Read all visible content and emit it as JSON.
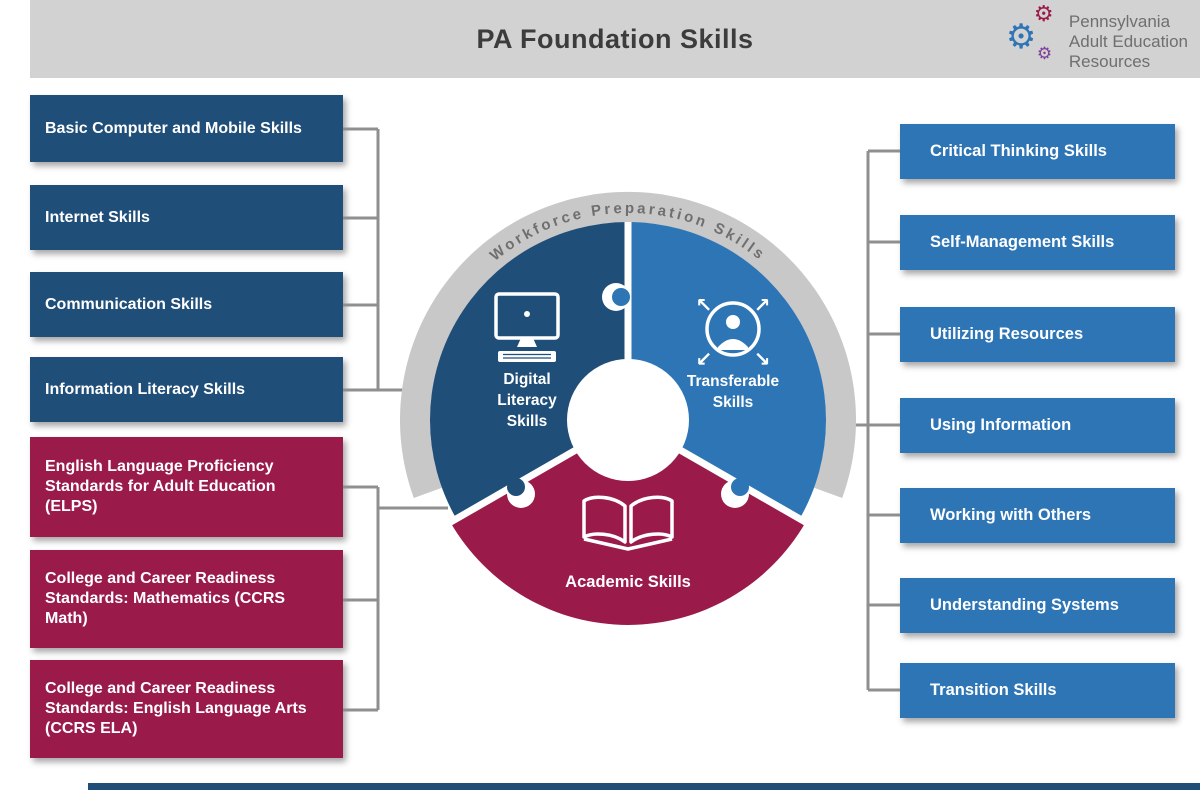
{
  "header": {
    "title": "PA Foundation Skills",
    "logo_lines": [
      "Pennsylvania",
      "Adult Education",
      "Resources"
    ]
  },
  "left_column": {
    "digital_group": [
      "Basic Computer and Mobile Skills",
      "Internet Skills",
      "Communication Skills",
      "Information Literacy Skills"
    ],
    "academic_group": [
      "English Language Proficiency Standards for Adult Education (ELPS)",
      "College and Career Readiness Standards: Mathematics (CCRS Math)",
      "College and Career Readiness Standards: English Language Arts (CCRS ELA)"
    ]
  },
  "right_column": [
    "Critical Thinking Skills",
    "Self-Management Skills",
    "Utilizing Resources",
    "Using Information",
    "Working with Others",
    "Understanding Systems",
    "Transition Skills"
  ],
  "diagram": {
    "arc_label": "Workforce Preparation Skills",
    "digital": {
      "lines": [
        "Digital",
        "Literacy",
        "Skills"
      ],
      "color": "#1f4e79"
    },
    "transferable": {
      "lines": [
        "Transferable",
        "Skills"
      ],
      "color": "#2e75b6"
    },
    "academic": {
      "label": "Academic Skills",
      "color": "#9a1b4a"
    }
  },
  "icons": {
    "gear": "⚙",
    "arrow_up_right": "↗",
    "arrow_up_left": "↖",
    "arrow_down_right": "↘",
    "arrow_down_left": "↙"
  },
  "colors": {
    "navy": "#1f4e79",
    "blue": "#2e75b6",
    "maroon": "#9a1b4a",
    "ring_gray": "#c8c8c8",
    "header_gray": "#d2d2d2",
    "connector_gray": "#8f8f8f"
  }
}
